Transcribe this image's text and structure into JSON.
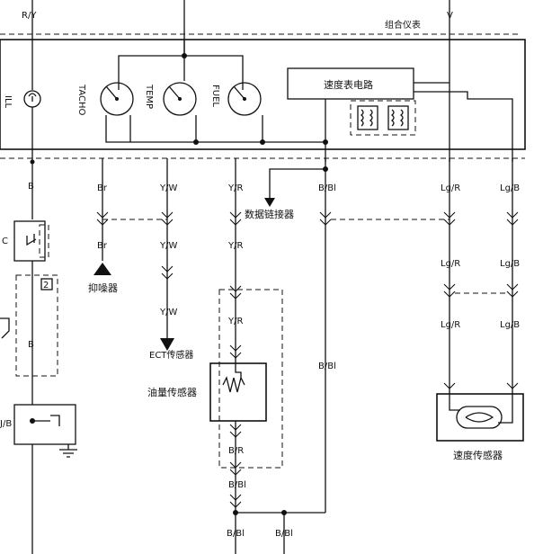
{
  "labels": {
    "top_ry": "R/Y",
    "top_v": "V",
    "cluster": "组合仪表",
    "ill": "ILL",
    "tacho": "TACHO",
    "temp": "TEMP",
    "fuel": "FUEL",
    "speedo_circuit": "速度表电路",
    "data_link": "数据链接器",
    "suppressor": "抑噪器",
    "ect_sensor": "ECT传感器",
    "fuel_sensor": "油量传感器",
    "speed_sensor": "速度传感器",
    "switch_c": "C",
    "jb": "J/B",
    "num2": "2"
  },
  "wires": {
    "b": "B",
    "br": "Br",
    "yw": "Y/W",
    "yr": "Y/R",
    "bbl": "B/Bl",
    "lgr": "Lg/R",
    "lgb": "Lg/B",
    "br2": "B/R"
  }
}
